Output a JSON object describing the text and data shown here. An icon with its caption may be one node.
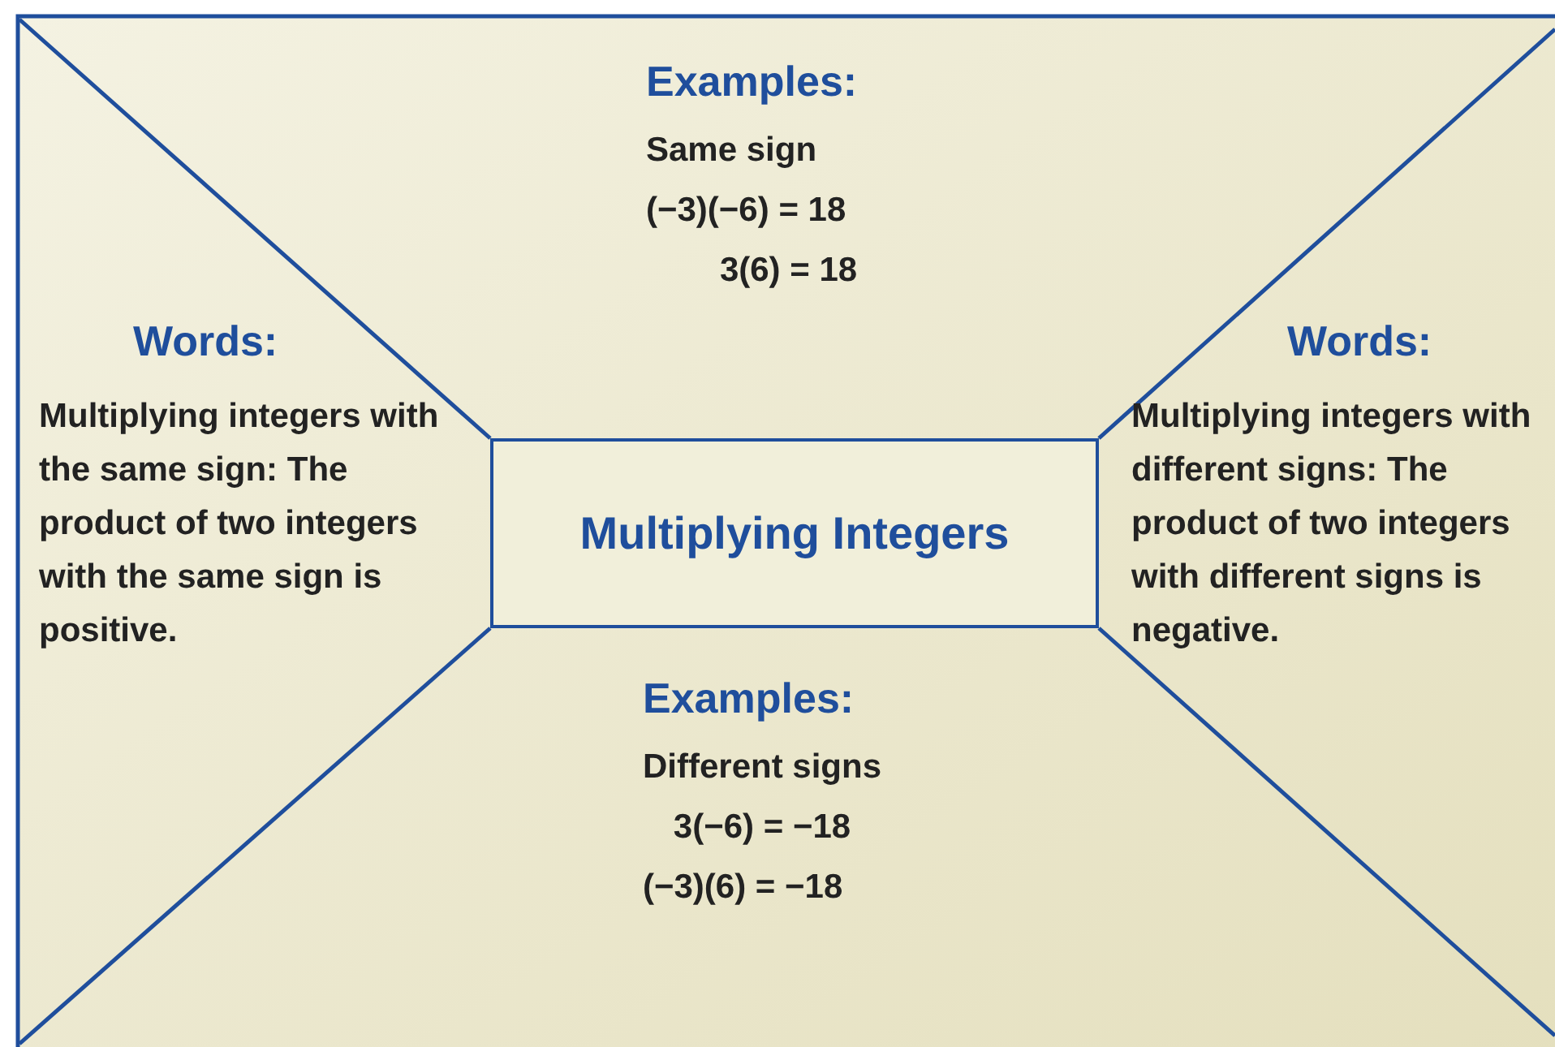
{
  "diagram": {
    "nodes": [
      {
        "text": [
          "Examples:",
          "Same sign",
          "(−3)(−6) = 18",
          "3(6) = 18"
        ]
      },
      {
        "text": [
          "Words:",
          "Multiplying integers with the same sign: The product of two integers with the same sign is positive."
        ]
      },
      {
        "text": [
          "Multiplying Integers"
        ]
      },
      {
        "text": [
          "Words:",
          "Multiplying integers with different signs: The product of two integers with different signs is negative."
        ]
      },
      {
        "text": [
          "Examples:",
          "Different signs",
          "3(−6) = −18",
          "(−3)(6) = −18"
        ]
      }
    ],
    "edges": []
  }
}
